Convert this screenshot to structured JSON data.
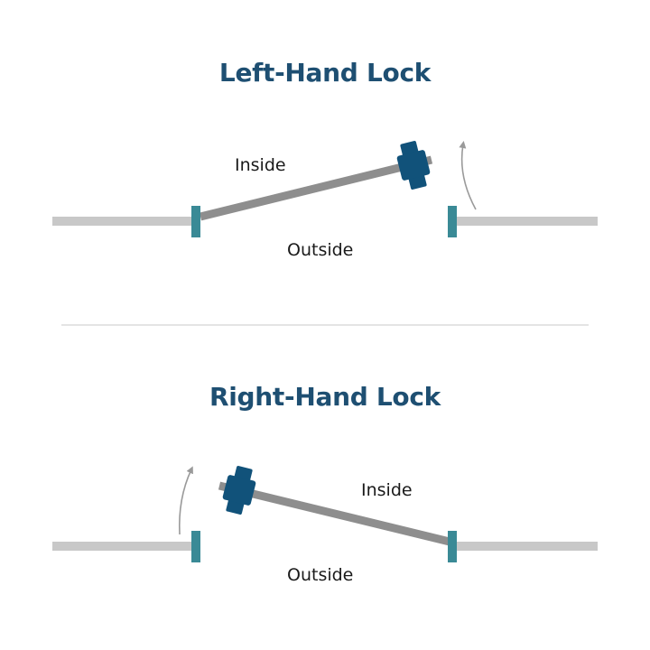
{
  "colors": {
    "title": "#1e4f72",
    "wall": "#c8c8c8",
    "door": "#8e8e8e",
    "frame": "#3a8a96",
    "handle": "#11527a",
    "arrow": "#9a9a9a",
    "divider": "#c9c9c9",
    "text": "#1a1a1a"
  },
  "left_hand": {
    "title": "Left-Hand Lock",
    "inside_label": "Inside",
    "outside_label": "Outside"
  },
  "right_hand": {
    "title": "Right-Hand Lock",
    "inside_label": "Inside",
    "outside_label": "Outside"
  },
  "icons": [
    "swing-arrow-icon",
    "door-handle-icon"
  ]
}
